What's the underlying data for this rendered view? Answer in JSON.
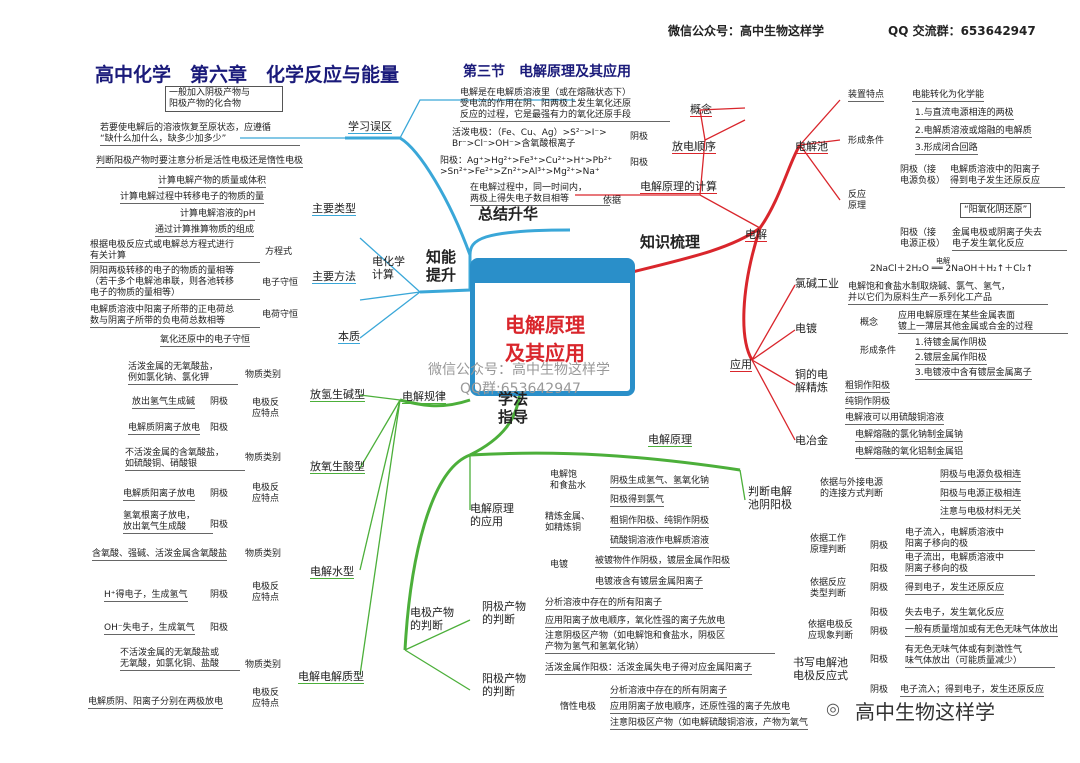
{
  "header": {
    "wechat": "微信公众号：高中生物这样学",
    "qq": "QQ 交流群：653642947",
    "title": "高中化学　第六章　化学反应与能量",
    "subtitle": "第三节　电解原理及其应用"
  },
  "center": {
    "line1": "电解原理",
    "line2": "及其应用",
    "wm1": "微信公众号：高中生物这样学",
    "wm2": "QQ群:653642947"
  },
  "branches": {
    "summary": "总结升华",
    "knowledge": "知识梳理",
    "method": "学法\n指导",
    "ability": "知能\n提升"
  },
  "summary": {
    "mistakes": "学习误区",
    "m1_box": "一般加入阴极产物与\n阳极产物的化合物",
    "m1": "若要使电解后的溶液恢复至原状态，应遵循\n“缺什么加什么，缺多少加多少”",
    "m2": "判断阳极产物时要注意分析是活性电极还是惰性电极",
    "concept": "概念",
    "concept_text": "电解是在电解质溶液里（或在熔融状态下）\n受电流的作用在阴、阳两极上发生氧化还原\n反应的过程，它是最强有力的氧化还原手段",
    "discharge": "放电顺序",
    "cathode_order": "活泼电极：（Fe、Cu、Ag）>S²⁻>I⁻>\nBr⁻>Cl⁻>OH⁻>含氧酸根离子",
    "cathode_label": "阴极",
    "anode_order": "阳极：Ag⁺>Hg²⁺>Fe³⁺>Cu²⁺>H⁺>Pb²⁺\n>Sn²⁺>Fe²⁺>Zn²⁺>Al³⁺>Mg²⁺>Na⁺",
    "anode_label": "阳极",
    "calc": "电解原理的计算",
    "calc_text": "在电解过程中，同一时间内，\n两极上得失电子数目相等",
    "basis": "依据"
  },
  "ability": {
    "calc": "电化学\n计算",
    "types": "主要类型",
    "type_items": [
      "计算电解产物的质量或体积",
      "计算电解过程中转移电子的物质的量",
      "计算电解溶液的pH",
      "通过计算推算物质的组成"
    ],
    "methods": "主要方法",
    "eq": "方程式",
    "eq_text": "根据电极反应式或电解总方程式进行\n有关计算",
    "econ": "电子守恒",
    "econ_text": "阴阳两极转移的电子的物质的量相等\n（若干多个电解池串联，则各池转移\n电子的物质的量相等）",
    "charge": "电荷守恒",
    "charge_text": "电解质溶液中阳离子所带的正电荷总\n数与阴离子所带的负电荷总数相等",
    "essence": "本质",
    "essence_text": "氧化还原中的电子守恒"
  },
  "knowledge": {
    "electrolysis": "电解",
    "cell": "电解池",
    "device": "装置特点",
    "device_text": "电能转化为化学能",
    "conditions": "形成条件",
    "cond_items": [
      "1.与直流电源相连的两极",
      "2.电解质溶液或熔融的电解质",
      "3.形成闭合回路"
    ],
    "reaction": "反应\n原理",
    "cat_conn": "阴极（接\n电源负极）",
    "cat_text": "电解质溶液中的阳离子\n得到电子发生还原反应",
    "mnemonic": "“阳氧化阴还原”",
    "an_conn": "阳极（接\n电源正极）",
    "an_text": "金属电极或阴离子失去\n电子发生氧化反应",
    "application": "应用",
    "chloralkali": "氯碱工业",
    "ca_eq": "2NaCl＋2H₂O ══ 2NaOH＋H₂↑＋Cl₂↑",
    "ca_cond": "电解",
    "ca_text": "电解饱和食盐水制取烧碱、氯气、氢气，\n并以它们为原料生产一系列化工产品",
    "plating": "电镀",
    "pl_concept": "概念",
    "pl_concept_text": "应用电解原理在某些金属表面\n镀上一薄层其他金属或合金的过程",
    "pl_cond": "形成条件",
    "pl_items": [
      "1.待镀金属作阴极",
      "2.镀层金属作阳极",
      "3.电镀液中含有镀层金属离子"
    ],
    "refining": "铜的电\n解精炼",
    "ref_items": [
      "粗铜作阳极",
      "纯铜作阴极",
      "电解液可以用硫酸铜溶液"
    ],
    "smelting": "电冶金",
    "sm_items": [
      "电解熔融的氯化钠制金属钠",
      "电解熔融的氧化铝制金属铝"
    ]
  },
  "method": {
    "rules": "电解规律",
    "h2": "放氢生碱型",
    "h2_type": "物质类别",
    "h2_type_text": "活泼金属的无氧酸盐，\n例如氯化钠、氯化钾",
    "h2_elec": "电极反\n应特点",
    "h2_cat": "阴极",
    "h2_cat_text": "放出氢气生成碱",
    "h2_an": "阳极",
    "h2_an_text": "电解质阴离子放电",
    "o2": "放氧生酸型",
    "o2_type": "物质类别",
    "o2_type_text": "不活泼金属的含氧酸盐，\n如硫酸铜、硝酸银",
    "o2_elec": "电极反\n应特点",
    "o2_cat": "阴极",
    "o2_cat_text": "电解质阳离子放电",
    "o2_an": "阳极",
    "o2_an_text": "氢氧根离子放电，\n放出氧气生成酸",
    "water": "电解水型",
    "w_type": "物质类别",
    "w_type_text": "含氧酸、强碱、活泼金属含氧酸盐",
    "w_elec": "电极反\n应特点",
    "w_cat": "阴极",
    "w_cat_text": "H⁺得电子，生成氢气",
    "w_an": "阳极",
    "w_an_text": "OH⁻失电子，生成氧气",
    "self": "电解电解质型",
    "s_type": "物质类别",
    "s_type_text": "不活泼金属的无氧酸盐或\n无氧酸，如氯化铜、盐酸",
    "s_elec": "电极反\n应特点",
    "s_text": "电解质阴、阳离子分别在两极放电",
    "principle": "电解原理",
    "apply": "电解原理\n的应用",
    "brine": "电解饱\n和食盐水",
    "brine_items": [
      "阴极生成氢气、氢氧化钠",
      "阳极得到氯气"
    ],
    "refine": "精炼金属、\n如精炼铜",
    "refine_items": [
      "粗铜作阳极、纯铜作阴极",
      "硫酸铜溶液作电解质溶液"
    ],
    "plate": "电镀",
    "plate_items": [
      "被镀物件作阴极，镀层金属作阳极",
      "电镀液含有镀层金属阳离子"
    ],
    "judge": "判断电解\n池阴阳极",
    "j_conn": "依据与外接电源\n的连接方式判断",
    "j_conn_items": [
      "阴极与电源负极相连",
      "阳极与电源正极相连",
      "注意与电极材料无关"
    ],
    "j_work": "依据工作\n原理判断",
    "j_work_cat": "阴极",
    "j_work_cat_text": "电子流入，电解质溶液中\n阳离子移向的极",
    "j_work_an": "阳极",
    "j_work_an_text": "电子流出，电解质溶液中\n阴离子移向的极",
    "j_rxn": "依据反应\n类型判断",
    "j_rxn_cat": "阴极",
    "j_rxn_cat_text": "得到电子，发生还原反应",
    "j_rxn_an": "阳极",
    "j_rxn_an_text": "失去电子，发生氧化反应",
    "j_phen": "依据电极反\n应现象判断",
    "j_phen_cat": "阴极",
    "j_phen_cat_text": "一般有质量增加或有无色无味气体放出",
    "j_phen_an": "阳极",
    "j_phen_an_text": "有无色无味气体或有刺激性气\n味气体放出（可能质量减少）",
    "write": "书写电解池\n电极反应式",
    "write_cat": "阴极",
    "write_cat_text": "电子流入；得到电子，发生还原反应",
    "products": "电极产物\n的判断",
    "cat_prod": "阴极产物\n的判断",
    "cat_items": [
      "分析溶液中存在的所有阳离子",
      "应用阳离子放电顺序，氧化性强的离子先放电",
      "注意阴极区产物（如电解饱和食盐水，阴极区\n产物为氢气和氢氧化钠）"
    ],
    "an_prod": "阳极产物\n的判断",
    "active": "活泼金属作阳极：活泼金属失电子得对应金属阳离子",
    "inert": "惰性电极",
    "inert_items": [
      "分析溶液中存在的所有阴离子",
      "应用阴离子放电顺序，还原性强的离子先放电",
      "注意阳极区产物（如电解硫酸铜溶液，产物为氧气"
    ]
  },
  "footer": {
    "watermark": "高中生物这样学"
  },
  "colors": {
    "blue": "#3aa7d8",
    "red": "#d9262c",
    "green": "#4caf3a",
    "title": "#1a1a7a"
  }
}
